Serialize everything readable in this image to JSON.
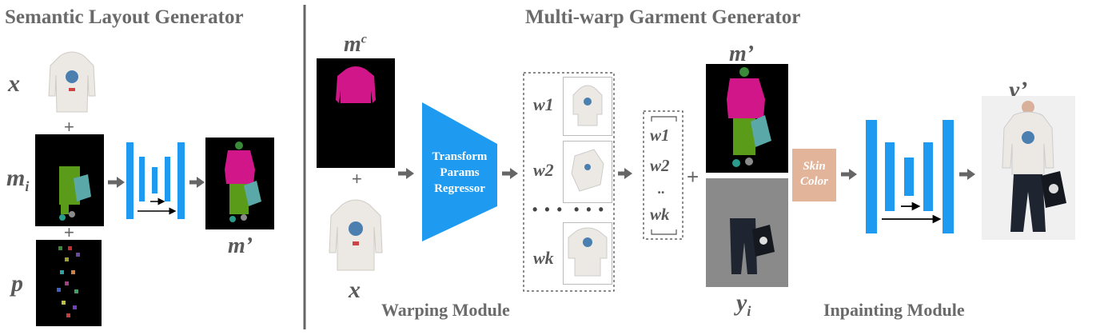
{
  "left_panel": {
    "title": "Semantic Layout Generator",
    "x_label": "x",
    "mi_label": "m",
    "mi_sub": "i",
    "p_label": "p",
    "out_label": "m’",
    "plus": "+"
  },
  "right_panel": {
    "title": "Multi-warp Garment Generator",
    "mc_label": "m",
    "mc_sup": "c",
    "x_label": "x",
    "transform_label": "Transform\nParams\nRegressor",
    "w_labels": [
      "w1",
      "w2",
      "wk"
    ],
    "dots": "• • •",
    "vec_labels": [
      "w1",
      "w2",
      "..",
      "wk"
    ],
    "m_prime_label": "m’",
    "yi_label": "y",
    "yi_sub": "i",
    "skin_label": "Skin\nColor",
    "y_prime_label": "y’",
    "warping_module": "Warping Module",
    "inpainting_module": "Inpainting Module",
    "plus": "+"
  },
  "colors": {
    "unet_blue": "#1e9bf0",
    "arrow_gray": "#666666",
    "garment_magenta": "#d1168a",
    "pants_green": "#5a9b1a",
    "bag_teal": "#5aa8a8",
    "skin": "#e2b59a"
  }
}
